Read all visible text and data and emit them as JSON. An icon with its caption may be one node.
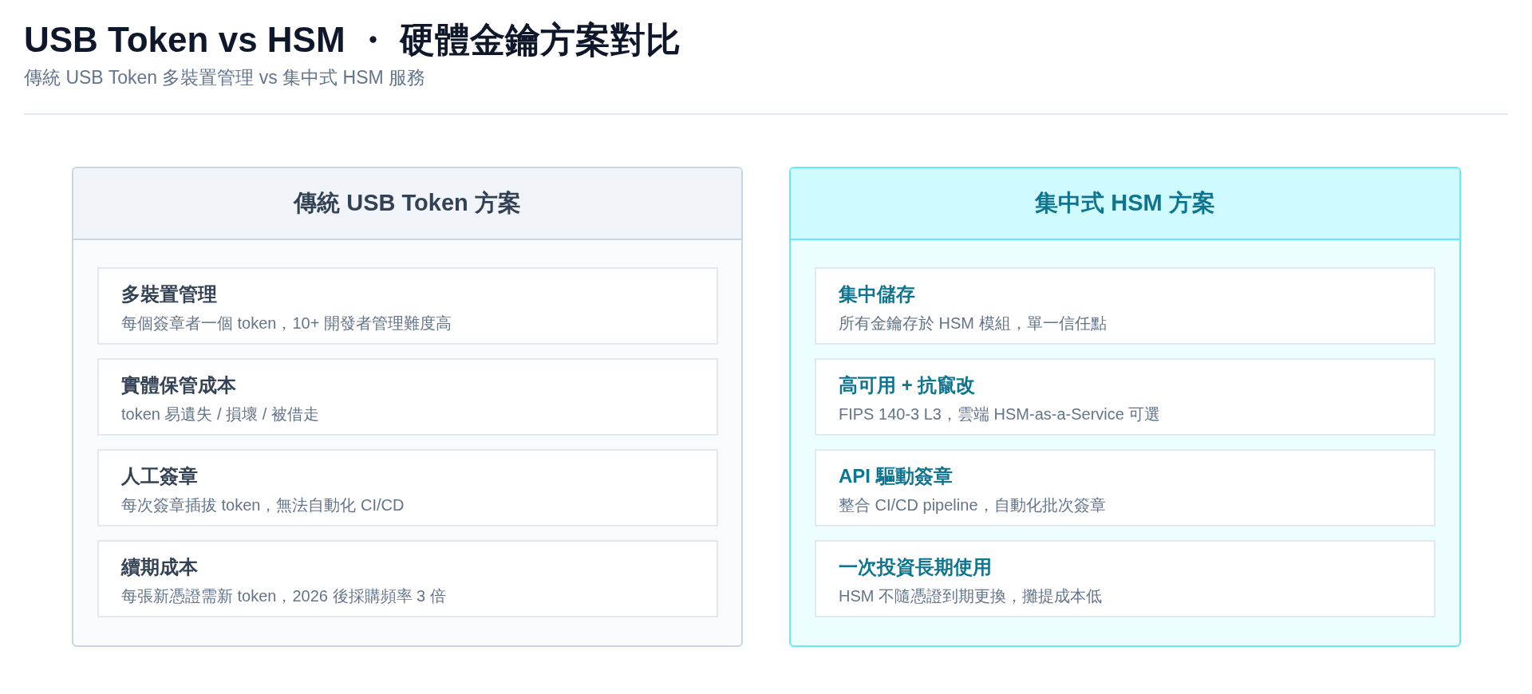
{
  "diagram": {
    "title": "USB Token vs HSM ・ 硬體金鑰方案對比",
    "nodes": [
      {
        "text": [
          "傳統 USB Token 方案"
        ]
      },
      {
        "text": [
          "多裝置管理",
          "每個簽章者一個 token，10+ 開發者管理難度高"
        ],
        "in": 0
      },
      {
        "text": [
          "實體保管成本",
          "token 易遺失 / 損壞 / 被借走"
        ],
        "in": 0
      },
      {
        "text": [
          "人工簽章",
          "每次簽章插拔 token，無法自動化 CI/CD"
        ],
        "in": 0
      },
      {
        "text": [
          "續期成本",
          "每張新憑證需新 token，2026 後採購頻率 3 倍"
        ],
        "in": 0
      },
      {
        "text": [
          "集中式 HSM 方案"
        ]
      },
      {
        "text": [
          "集中儲存",
          "所有金鑰存於 HSM 模組，單一信任點"
        ],
        "in": 5
      },
      {
        "text": [
          "高可用 + 抗竄改",
          "FIPS 140-3 L3，雲端 HSM-as-a-Service 可選"
        ],
        "in": 5
      },
      {
        "text": [
          "API 驅動簽章",
          "整合 CI/CD pipeline，自動化批次簽章"
        ],
        "in": 5
      },
      {
        "text": [
          "一次投資長期使用",
          "HSM 不隨憑證到期更換，攤提成本低"
        ],
        "in": 5
      }
    ],
    "edges": [],
    "labels": [
      "傳統 USB Token 多裝置管理 vs 集中式 HSM 服務"
    ]
  }
}
